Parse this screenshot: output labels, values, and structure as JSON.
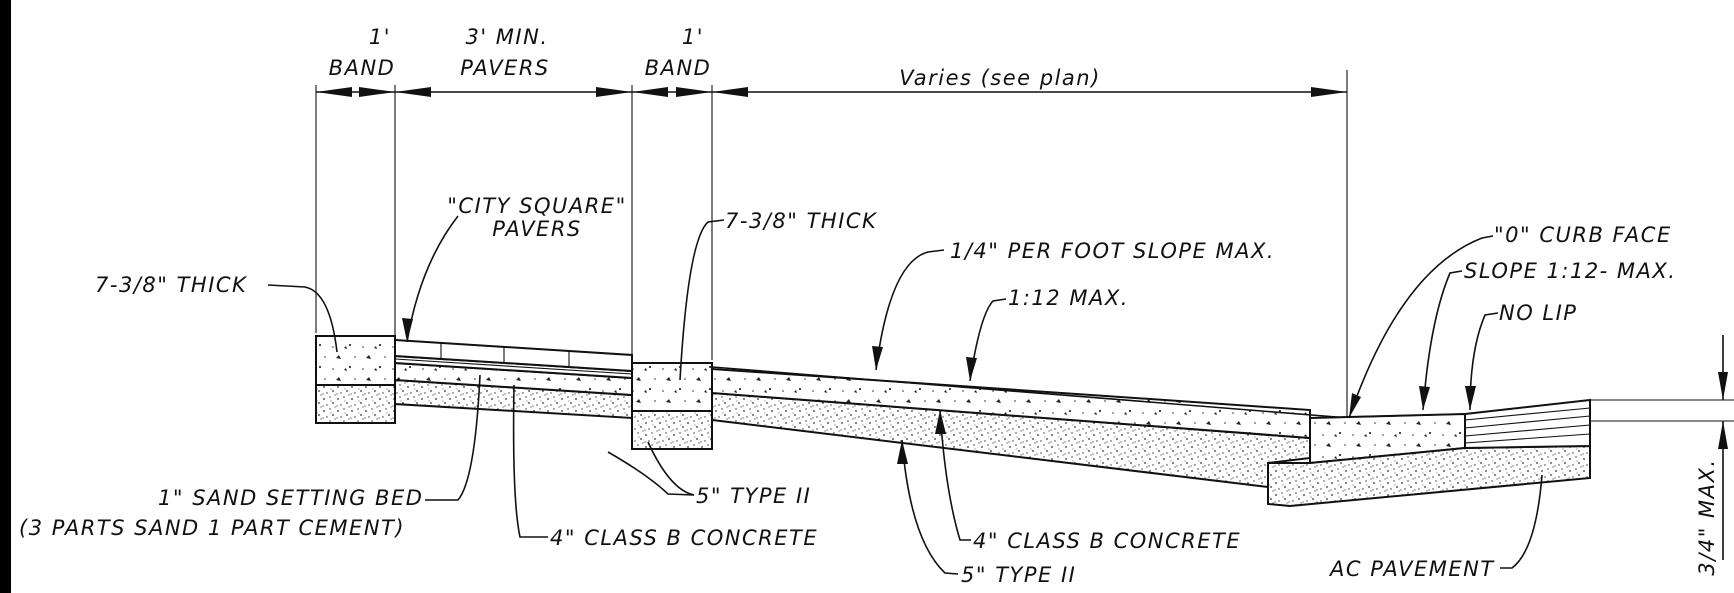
{
  "dimensions": {
    "band_left": [
      "1'",
      "BAND"
    ],
    "pavers": [
      "3' MIN.",
      "PAVERS"
    ],
    "band_right": [
      "1'",
      "BAND"
    ],
    "varies": "Varies (see plan)",
    "lip_max": "3/4\" MAX."
  },
  "callouts": {
    "thick_left": "7-3/8\" THICK",
    "city_square": [
      "\"CITY SQUARE\"",
      "PAVERS"
    ],
    "thick_mid": "7-3/8\" THICK",
    "slope_quarter": "1/4\" PER FOOT SLOPE MAX.",
    "ratio_max": "1:12 MAX.",
    "curb_face": "\"0\" CURB FACE",
    "slope_ramp": "SLOPE 1:12- MAX.",
    "no_lip": "NO LIP",
    "sand_bed": [
      "1\" SAND SETTING BED",
      "(3 PARTS SAND 1 PART CEMENT)"
    ],
    "type2_left": "5\" TYPE II",
    "class_b_left": "4\" CLASS B CONCRETE",
    "class_b_right": "4\" CLASS B CONCRETE",
    "type2_right": "5\" TYPE II",
    "ac_pavement": "AC PAVEMENT"
  }
}
